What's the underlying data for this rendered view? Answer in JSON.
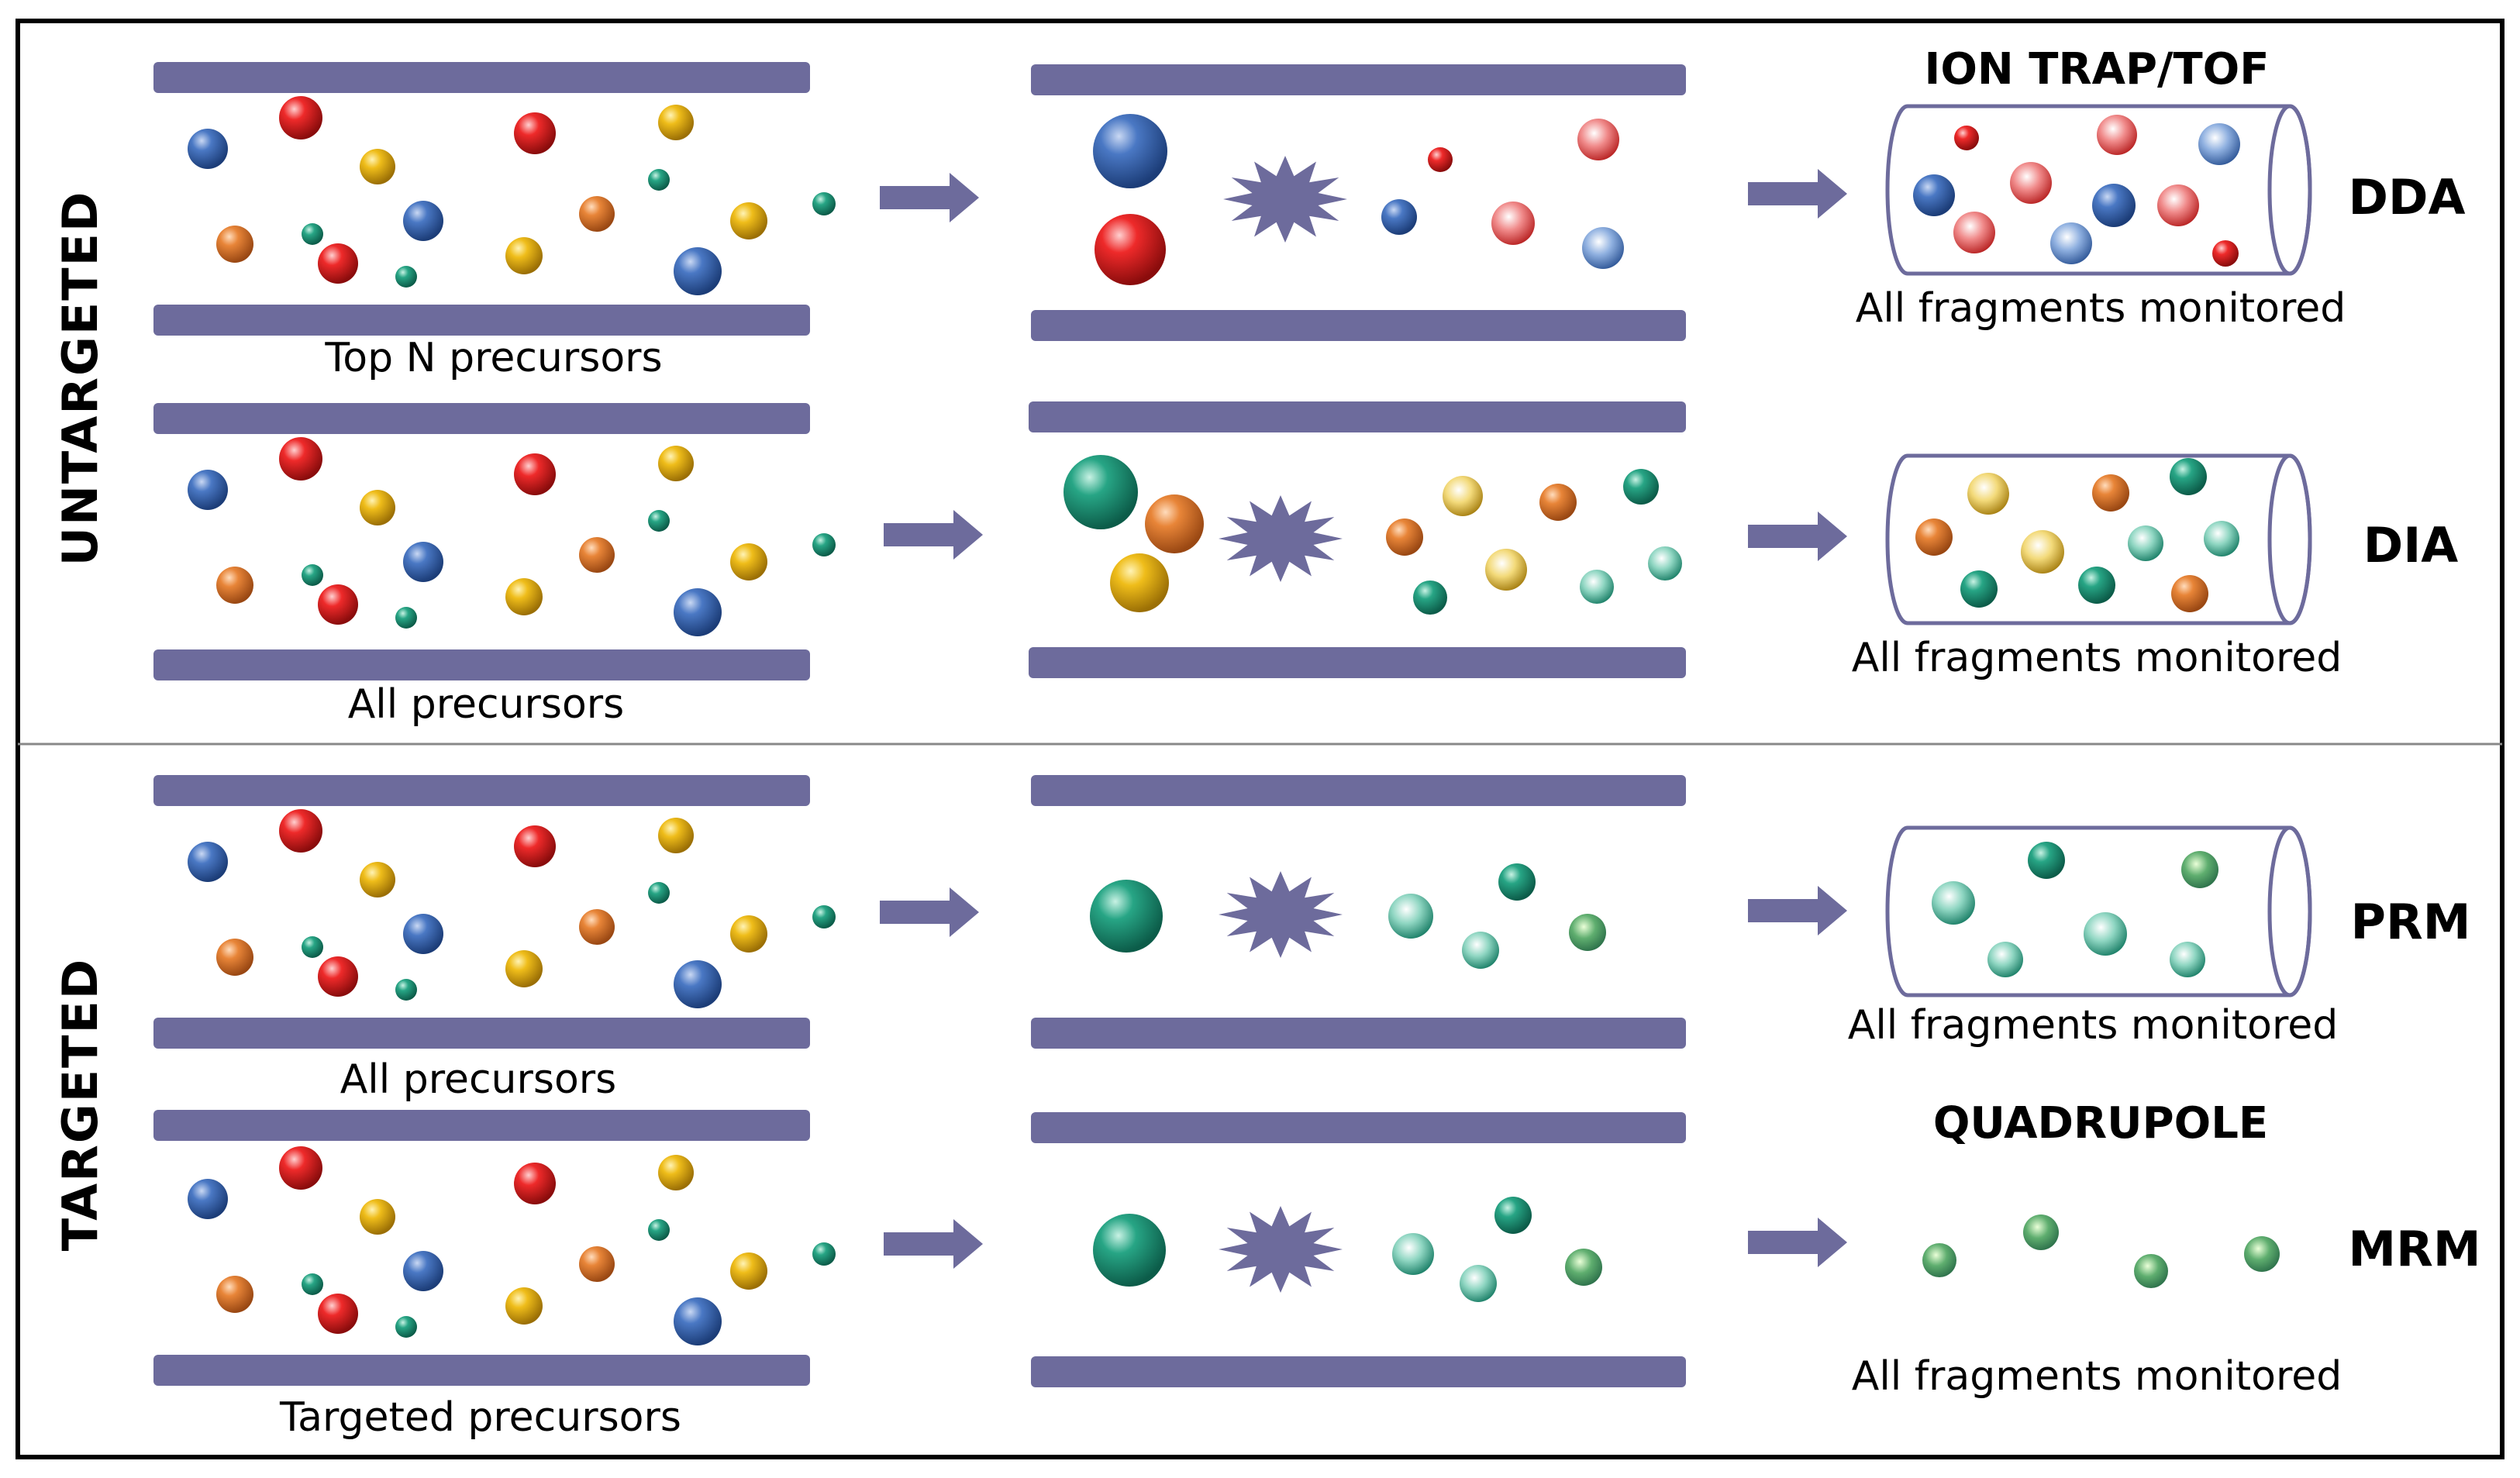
{
  "sections": [
    {
      "id": "untargeted",
      "label": "UNTARGETED"
    },
    {
      "id": "targeted",
      "label": "TARGETED"
    }
  ],
  "devices": {
    "ion_trap": "ION TRAP/TOF",
    "quadrupole": "QUADRUPOLE"
  },
  "rows": [
    {
      "method": "DDA",
      "precursor_caption": "Top N precursors",
      "fragments_caption": "All fragments monitored"
    },
    {
      "method": "DIA",
      "precursor_caption": "All precursors",
      "fragments_caption": "All fragments monitored"
    },
    {
      "method": "PRM",
      "precursor_caption": "All precursors",
      "fragments_caption": "All fragments monitored"
    },
    {
      "method": "MRM",
      "precursor_caption": "Targeted precursors",
      "fragments_caption": "All fragments monitored"
    }
  ],
  "colors": {
    "rod": "#6d6b9c",
    "arrow": "#6d6b9c",
    "blue": "#2f5fa8",
    "red": "#e11d1d",
    "yellow": "#e8b10c",
    "orange": "#e07a2e",
    "green": "#1f9e80",
    "frame": "#000000",
    "divider": "#888888"
  }
}
